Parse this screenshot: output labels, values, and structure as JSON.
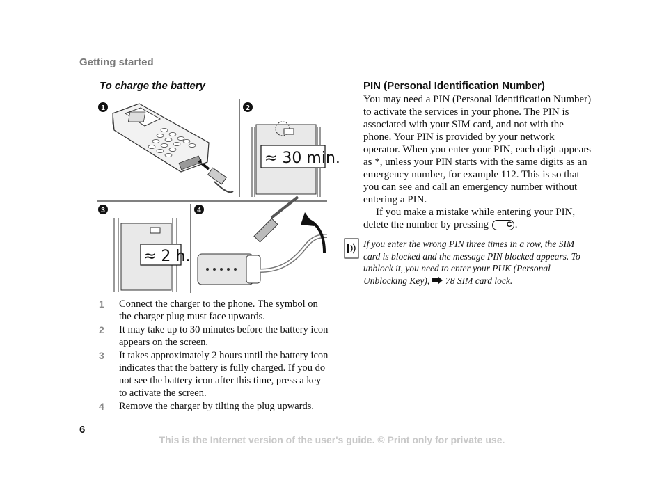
{
  "header": {
    "section": "Getting started"
  },
  "left": {
    "title": "To charge the battery",
    "figure": {
      "panel_markers": [
        "1",
        "2",
        "3",
        "4"
      ],
      "panel2_time": "≈ 30 min.",
      "panel3_time": "≈ 2 h."
    },
    "steps": [
      {
        "number": "1",
        "text": "Connect the charger to the phone. The symbol on the charger plug must face upwards."
      },
      {
        "number": "2",
        "text": "It may take up to 30 minutes before the battery icon appears on the screen."
      },
      {
        "number": "3",
        "text": "It takes approximately 2 hours until the battery icon indicates that the battery is fully charged. If you do not see the battery icon after this time, press a key to activate the screen."
      },
      {
        "number": "4",
        "text": "Remove the charger by tilting the plug upwards."
      }
    ]
  },
  "right": {
    "title": "PIN (Personal Identification Number)",
    "paragraph1": "You may need a PIN (Personal Identification Number) to activate the services in your phone. The PIN is associated with your SIM card, and not with the phone. Your PIN is provided by your network operator. When you enter your PIN, each digit appears as *, unless your PIN starts with the same digits as an emergency number, for example 112. This is so that you can see and call an emergency number without entering a PIN.",
    "paragraph2_before": "If you make a mistake while entering your PIN, delete the number by pressing",
    "key_label": "C",
    "paragraph2_after": ".",
    "note": {
      "icon": "note-icon",
      "text_before": "If you enter the wrong PIN three times in a row, the SIM card is blocked and the message PIN blocked appears. To unblock it, you need to enter your PUK (Personal Unblocking Key),",
      "arrow_icon": "arrow-right-icon",
      "text_after": "78 SIM card lock."
    }
  },
  "page_number": "6",
  "footer": "This is the Internet version of the user's guide. © Print only for private use."
}
